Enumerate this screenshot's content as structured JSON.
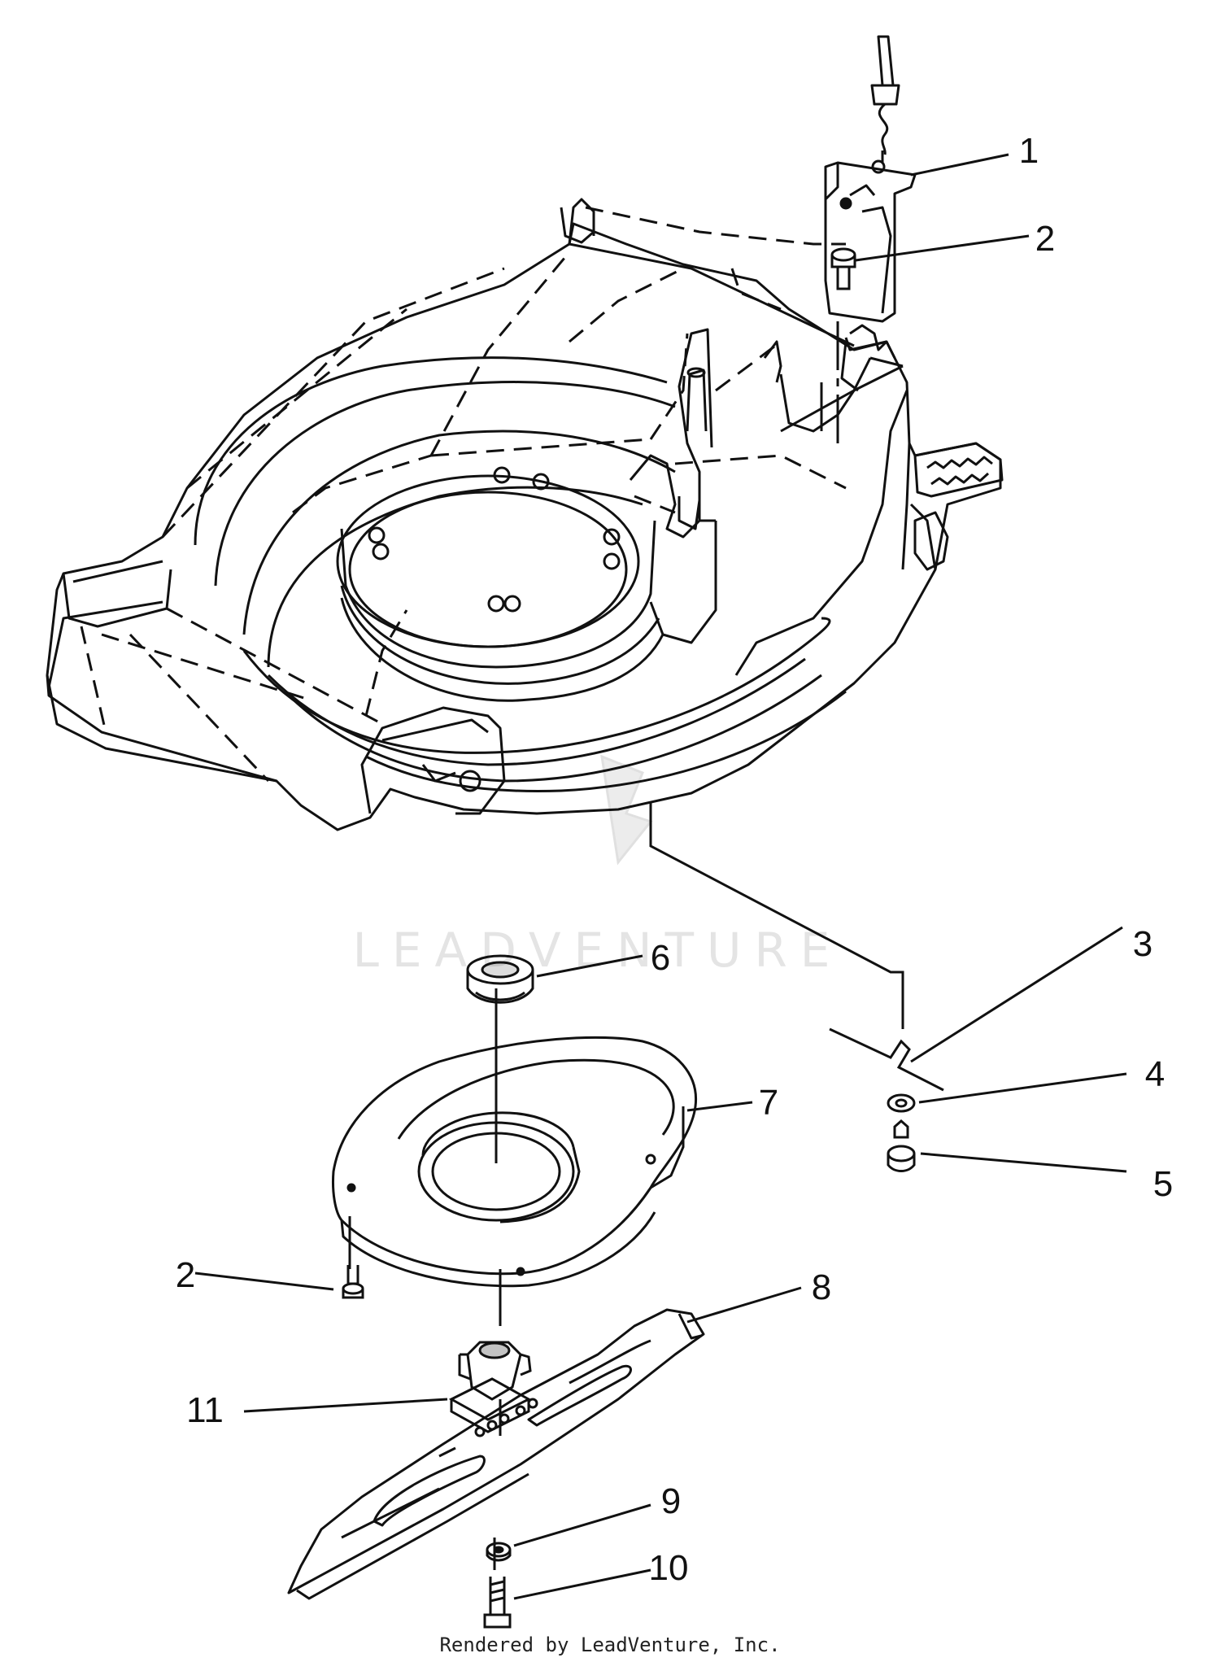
{
  "diagram": {
    "part_labels": {
      "p1": "1",
      "p2a": "2",
      "p3": "3",
      "p4": "4",
      "p5": "5",
      "p6": "6",
      "p7": "7",
      "p2b": "2",
      "p8": "8",
      "p9": "9",
      "p10": "10",
      "p11": "11"
    },
    "watermark": "LEADVENTURE"
  },
  "footer": {
    "caption": "Rendered by LeadVenture, Inc."
  },
  "colors": {
    "line": "#111111",
    "watermark": "#e4e4e4",
    "background": "#ffffff"
  }
}
